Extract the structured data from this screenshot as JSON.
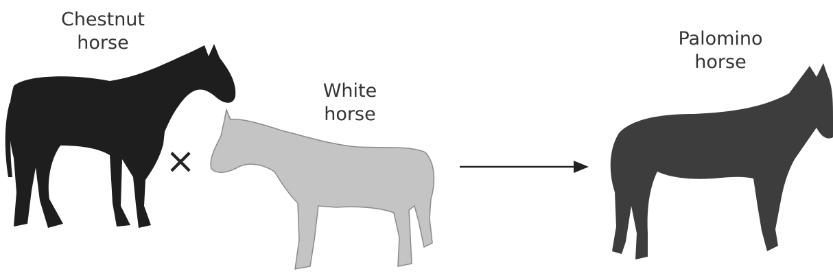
{
  "labels": {
    "chestnut": {
      "line1": "Chestnut",
      "line2": "horse"
    },
    "white": {
      "line1": "White",
      "line2": "horse"
    },
    "palomino": {
      "line1": "Palomino",
      "line2": "horse"
    }
  },
  "symbols": {
    "cross": "×"
  },
  "colors": {
    "chestnut_horse": "#1e1e1e",
    "white_horse": "#c4c4c4",
    "palomino_horse": "#3d3d3d",
    "arrow": "#222222",
    "text": "#333333"
  }
}
